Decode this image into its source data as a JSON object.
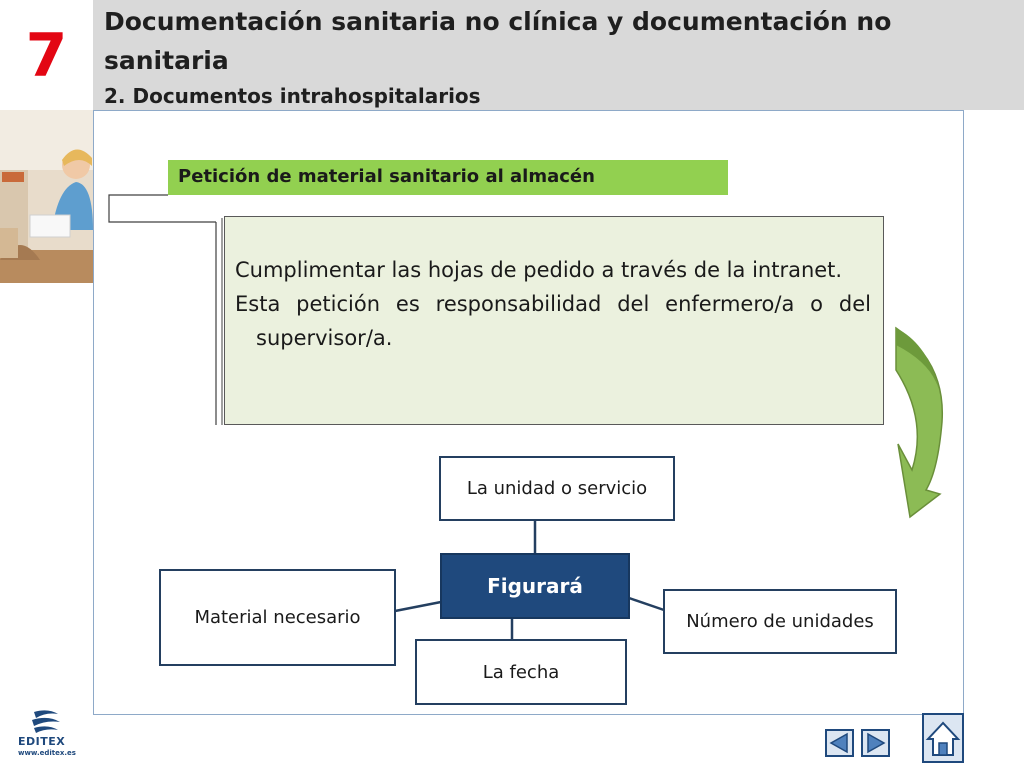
{
  "header": {
    "chapter_number": "7",
    "title": "Documentación sanitaria no clínica y documentación no sanitaria",
    "subtitle": "2. Documentos intrahospitalarios"
  },
  "section_label": "Petición de material sanitario al almacén",
  "body_text": [
    "Cumplimentar las hojas de pedido a través de la intranet.",
    "Esta petición es responsabilidad del enfermero/a o del supervisor/a."
  ],
  "diagram": {
    "center": "Figurará",
    "nodes": {
      "top": "La unidad o servicio",
      "left": "Material necesario",
      "right": "Número de unidades",
      "bottom": "La fecha"
    }
  },
  "footer": {
    "logo_name": "EDITEX",
    "logo_url": "www.editex.es",
    "nav_icons": [
      "previous-arrow-icon",
      "next-arrow-icon",
      "home-icon"
    ]
  },
  "colors": {
    "chapter_number": "#e30613",
    "header_band": "#d9d9d9",
    "section_label_bg": "#92d050",
    "text_box_bg": "#ebf1de",
    "center_node_bg": "#1f497d",
    "node_border": "#243f60",
    "curved_arrow": "#7fae42"
  }
}
